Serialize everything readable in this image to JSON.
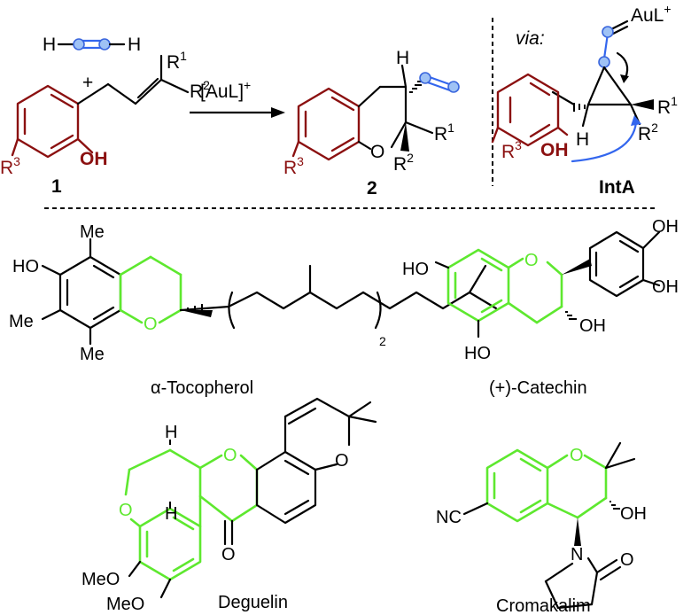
{
  "reaction": {
    "h2_left": "H",
    "h2_right": "H",
    "plus": "+",
    "substrate_r1": "R",
    "substrate_r1_sup": "1",
    "substrate_r2": "R",
    "substrate_r2_sup": "2",
    "substrate_r3": "R",
    "substrate_r3_sup": "3",
    "substrate_oh": "OH",
    "substrate_number": "1",
    "catalyst": "[AuL]",
    "catalyst_sup": "+",
    "product_h": "H",
    "product_o": "O",
    "product_r1": "R",
    "product_r1_sup": "1",
    "product_r2": "R",
    "product_r2_sup": "2",
    "product_r3": "R",
    "product_r3_sup": "3",
    "product_number": "2"
  },
  "intermediate": {
    "via": "via:",
    "aul": "AuL",
    "aul_sup": "+",
    "h": "H",
    "r1": "R",
    "r1_sup": "1",
    "r2": "R",
    "r2_sup": "2",
    "r3": "R",
    "r3_sup": "3",
    "oh": "OH",
    "name": "IntA"
  },
  "natural_products": [
    {
      "name": "α-Tocopherol"
    },
    {
      "name": "(+)-Catechin"
    },
    {
      "name": "Deguelin"
    },
    {
      "name": "Cromakalim"
    }
  ],
  "tocopherol_labels": {
    "ho": "HO",
    "me_top": "Me",
    "me_left": "Me",
    "me_bottom": "Me",
    "o": "O",
    "sub2": "2"
  },
  "catechin_labels": {
    "ho_left": "HO",
    "ho_bottom": "HO",
    "oh_top": "OH",
    "oh_right": "OH",
    "oh_ring": "OH",
    "o": "O"
  },
  "deguelin_labels": {
    "o1": "O",
    "o2": "O",
    "o3": "O",
    "h_top": "H",
    "h_bottom": "H",
    "carbonyl_o": "O",
    "meo1": "MeO",
    "meo2": "MeO"
  },
  "cromakalim_labels": {
    "nc": "NC",
    "o": "O",
    "oh": "OH",
    "n": "N",
    "carbonyl_o": "O"
  },
  "colors": {
    "substrate_red": "#8b1010",
    "chromane_green": "#5ee82f",
    "alkyne_blue": "#3366ee"
  }
}
